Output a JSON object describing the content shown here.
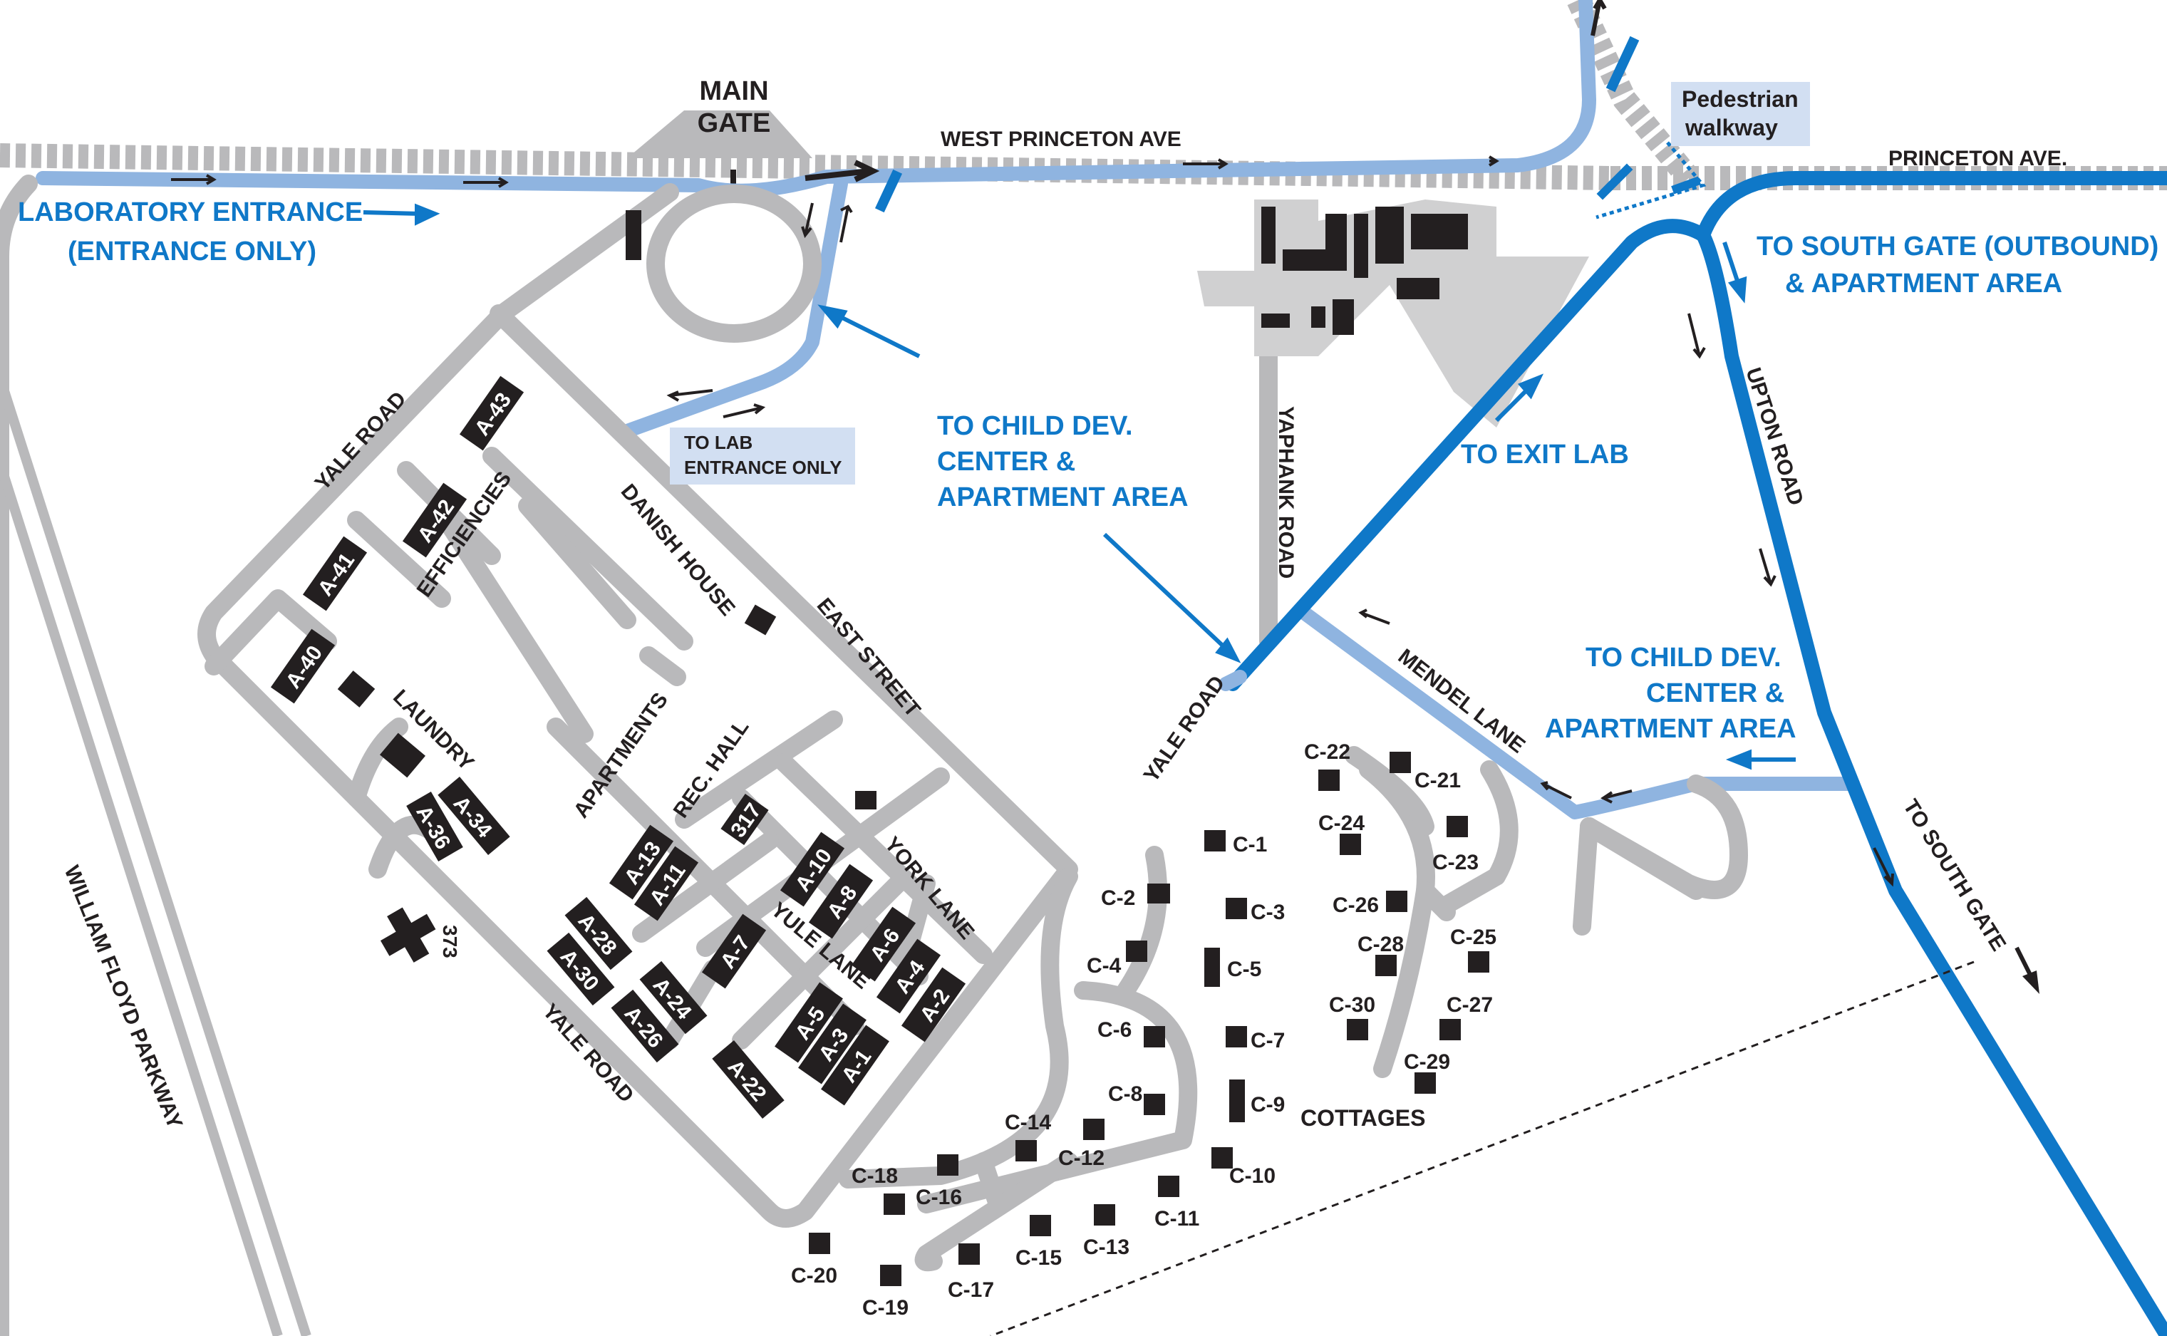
{
  "colors": {
    "road": "#b9b9bb",
    "route_light": "#8fb4e0",
    "route_dark": "#0f78c8",
    "building": "#231f20",
    "label_dark": "#231f20",
    "label_blue": "#0f78c8",
    "callout_bg": "#d2dff2"
  },
  "gates": {
    "main_gate_line1": "MAIN",
    "main_gate_line2": "GATE"
  },
  "roads": {
    "west_princeton": "WEST PRINCETON AVE",
    "princeton": "PRINCETON AVE.",
    "yale_road_top": "YALE ROAD",
    "yale_road_mid": "YALE ROAD",
    "yale_road_bottom": "YALE ROAD",
    "danish_house": "DANISH HOUSE",
    "east_street": "EAST STREET",
    "yaphank_road": "YAPHANK ROAD",
    "mendel_lane": "MENDEL LANE",
    "upton_road": "UPTON ROAD",
    "york_lane": "YORK LANE",
    "yule_lane": "YULE LANE",
    "william_floyd": "WILLIAM FLOYD PARKWAY",
    "to_south_gate": "TO SOUTH GATE"
  },
  "directions": {
    "lab_entrance_line1": "LABORATORY ENTRANCE",
    "lab_entrance_line2": "(ENTRANCE ONLY)",
    "to_lab_line1": "TO LAB",
    "to_lab_line2": "ENTRANCE ONLY",
    "child_dev_a_line1": "TO CHILD DEV.",
    "child_dev_a_line2": "CENTER &",
    "child_dev_a_line3": "APARTMENT AREA",
    "child_dev_b_line1": "TO CHILD DEV.",
    "child_dev_b_line2": "CENTER &",
    "child_dev_b_line3": "APARTMENT AREA",
    "to_exit_lab": "TO EXIT LAB",
    "south_gate_line1": "TO SOUTH GATE (OUTBOUND)",
    "south_gate_line2": "& APARTMENT AREA",
    "pedestrian_line1": "Pedestrian",
    "pedestrian_line2": "walkway"
  },
  "areas": {
    "efficiencies": "EFFICIENCIES",
    "apartments": "APARTMENTS",
    "laundry": "LAUNDRY",
    "rec_hall": "REC. HALL",
    "cottages": "COTTAGES",
    "bldg_317": "317",
    "bldg_373": "373"
  },
  "apartment_buildings": [
    "A-43",
    "A-42",
    "A-41",
    "A-40",
    "A-36",
    "A-34",
    "A-28",
    "A-30",
    "A-24",
    "A-26",
    "A-22",
    "A-13",
    "A-11",
    "A-7",
    "A-10",
    "A-8",
    "A-6",
    "A-4",
    "A-2",
    "A-5",
    "A-3",
    "A-1"
  ],
  "cottages": [
    "C-1",
    "C-2",
    "C-3",
    "C-4",
    "C-5",
    "C-6",
    "C-7",
    "C-8",
    "C-9",
    "C-10",
    "C-11",
    "C-12",
    "C-13",
    "C-14",
    "C-15",
    "C-16",
    "C-17",
    "C-18",
    "C-19",
    "C-20",
    "C-21",
    "C-22",
    "C-23",
    "C-24",
    "C-25",
    "C-26",
    "C-27",
    "C-28",
    "C-29",
    "C-30"
  ]
}
